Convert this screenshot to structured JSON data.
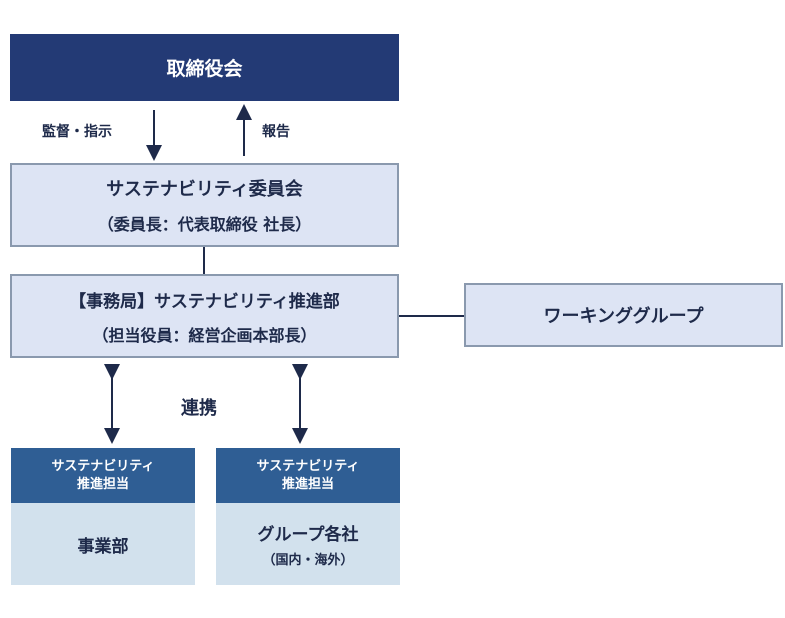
{
  "board": {
    "label": "取締役会"
  },
  "arrows": {
    "oversight_label": "監督・指示",
    "report_label": "報告",
    "collab_label": "連携"
  },
  "committee": {
    "title": "サステナビリティ委員会",
    "chair": "（委員長：代表取締役  社長）"
  },
  "secretariat": {
    "title": "【事務局】サステナビリティ推進部",
    "officer": "（担当役員：経営企画本部長）"
  },
  "working_group": {
    "label": "ワーキンググループ"
  },
  "units": [
    {
      "head_line1": "サステナビリティ",
      "head_line2": "推進担当",
      "name": "事業部",
      "sub": ""
    },
    {
      "head_line1": "サステナビリティ",
      "head_line2": "推進担当",
      "name": "グループ各社",
      "sub": "（国内・海外）"
    }
  ],
  "colors": {
    "board_bg": "#233a75",
    "box_bg": "#dde4f4",
    "box_border": "#8a99ae",
    "unit_head_bg": "#2f5e94",
    "unit_body_bg": "#d2e1ed",
    "line": "#1e2a4a"
  }
}
